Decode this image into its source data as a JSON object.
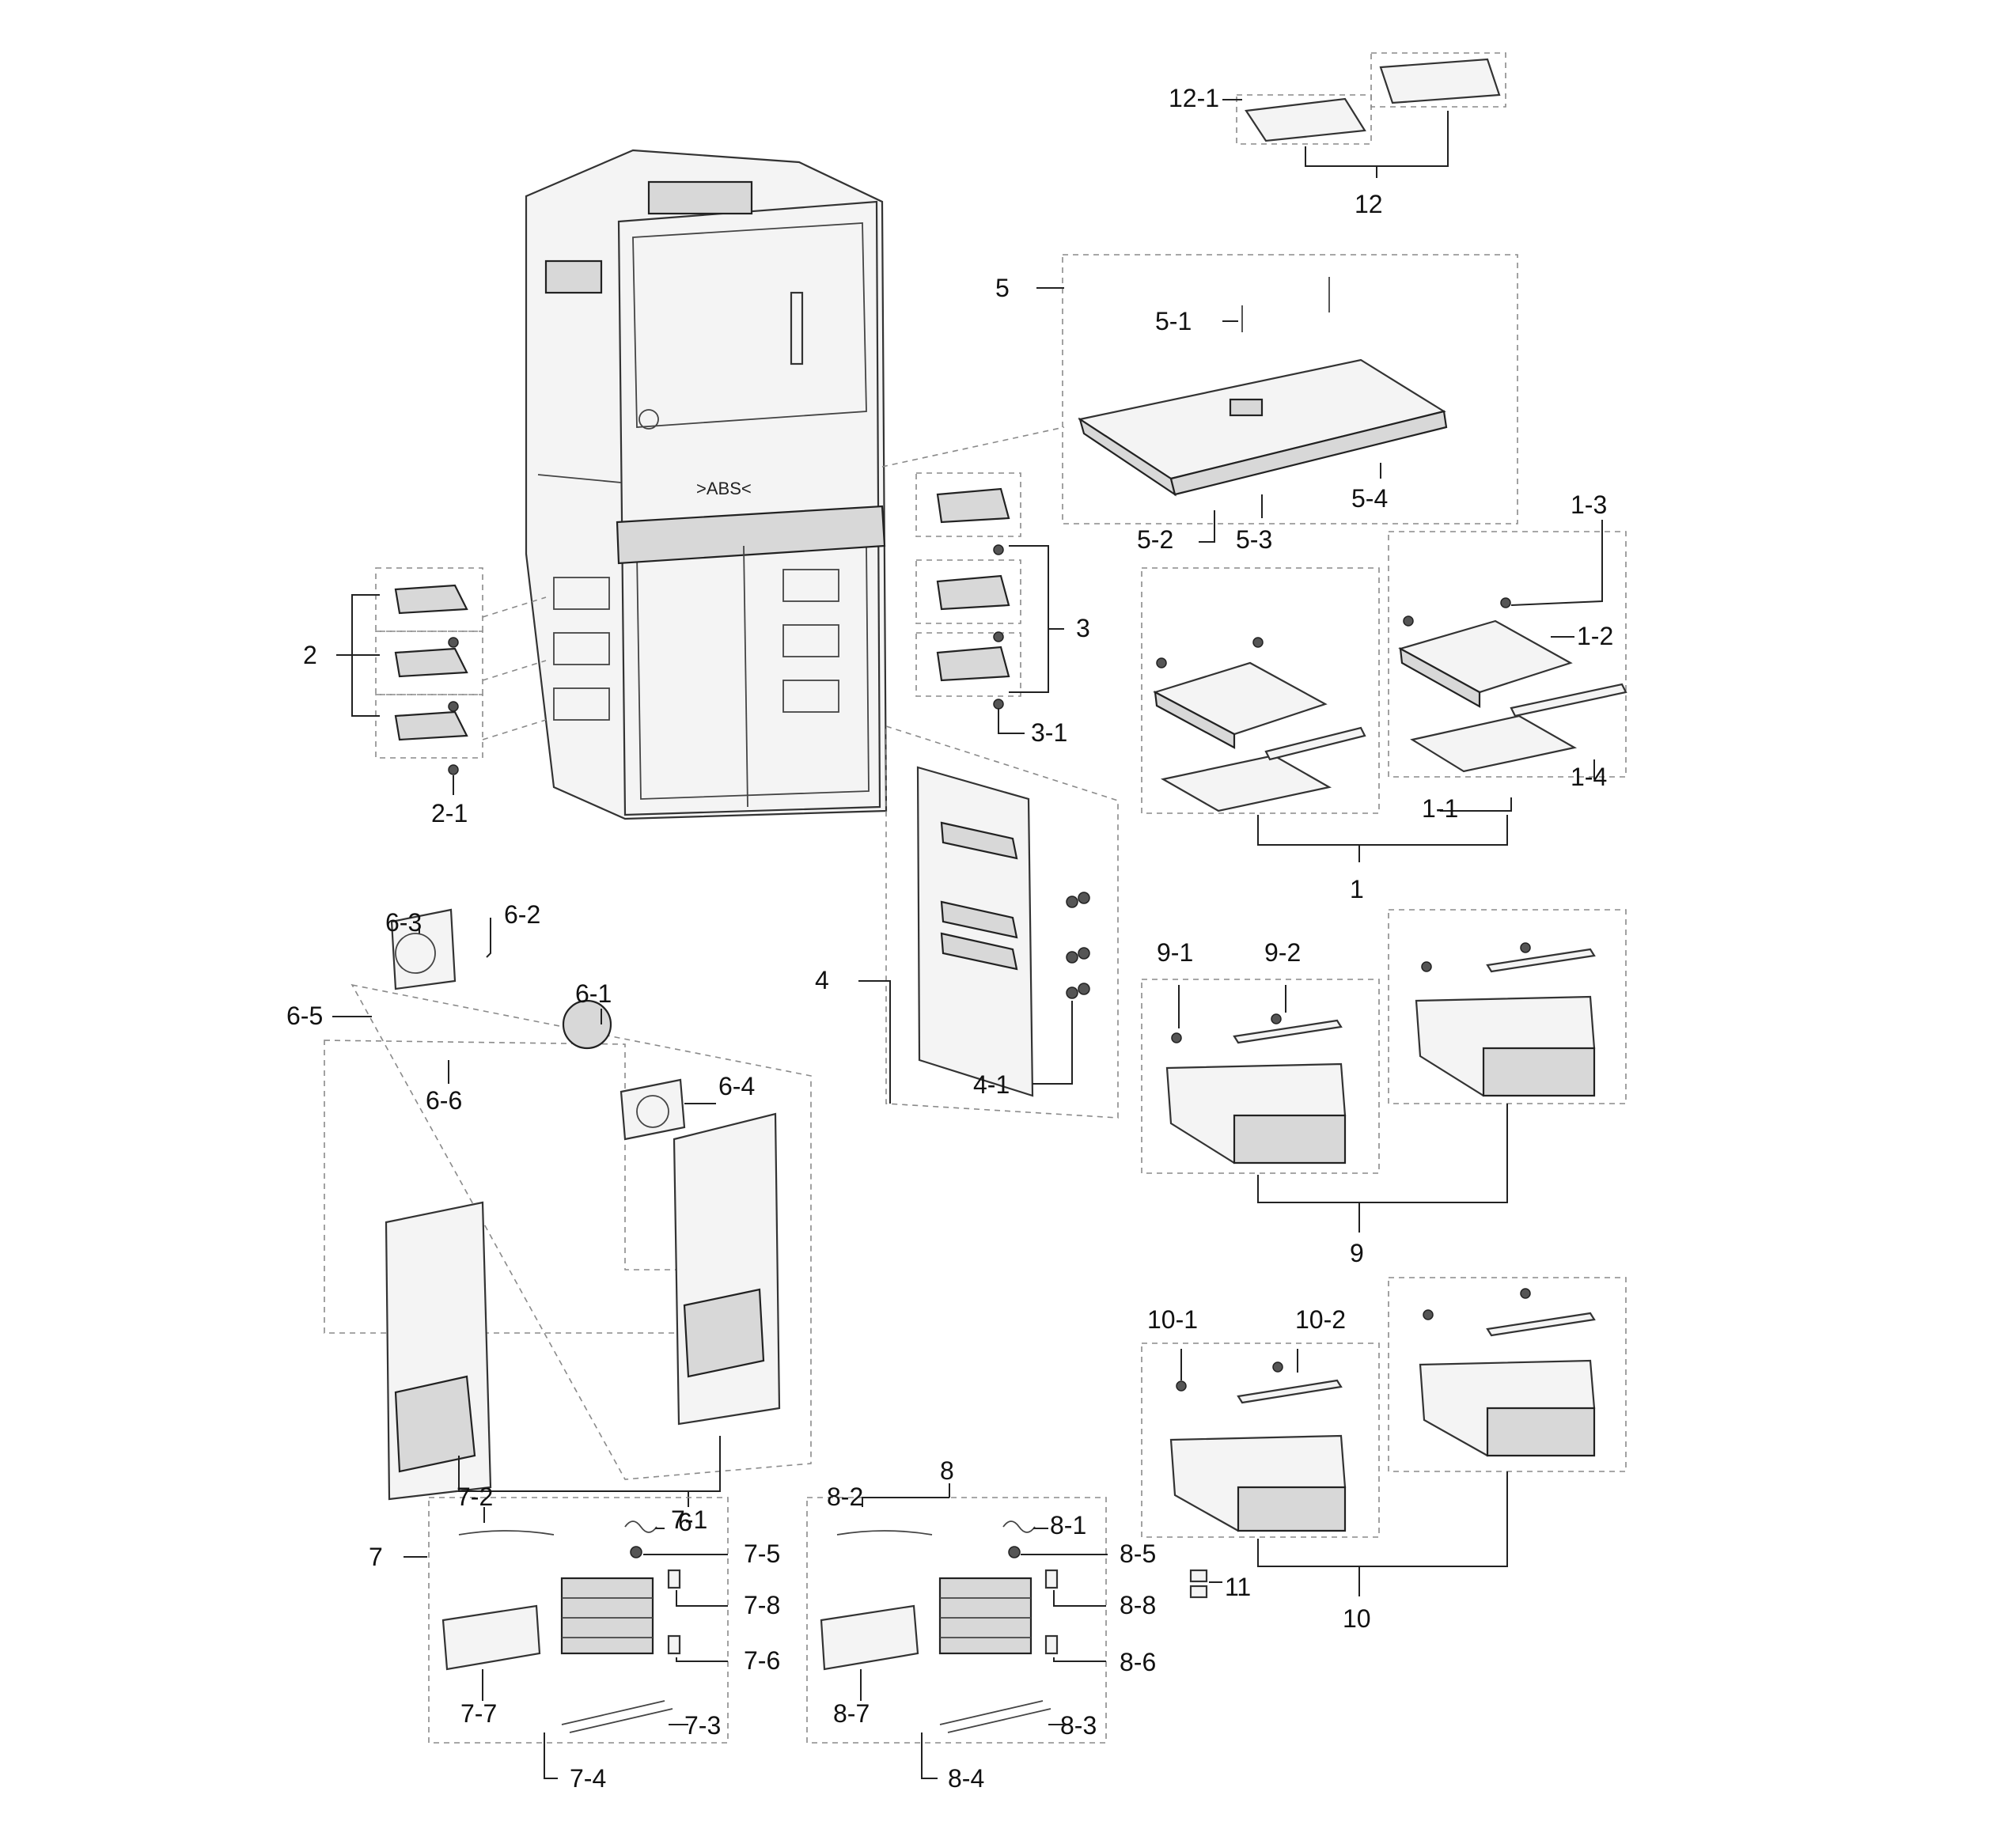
{
  "diagram": {
    "type": "exploded-parts-diagram",
    "callouts": {
      "c12_1": "12-1",
      "c12": "12",
      "c5": "5",
      "c5_1": "5-1",
      "c5_2": "5-2",
      "c5_3": "5-3",
      "c5_4": "5-4",
      "c1_3": "1-3",
      "c1_2": "1-2",
      "c1_4": "1-4",
      "c1_1": "1-1",
      "c1": "1",
      "c2": "2",
      "c2_1": "2-1",
      "c3": "3",
      "c3_1": "3-1",
      "c4": "4",
      "c4_1": "4-1",
      "c6_3": "6-3",
      "c6_2": "6-2",
      "c6_1": "6-1",
      "c6_5": "6-5",
      "c6_4": "6-4",
      "c6_6": "6-6",
      "c6": "6",
      "c9_1": "9-1",
      "c9_2": "9-2",
      "c9": "9",
      "c10_1": "10-1",
      "c10_2": "10-2",
      "c10": "10",
      "c11": "11",
      "c7": "7",
      "c7_1": "7-1",
      "c7_2": "7-2",
      "c7_3": "7-3",
      "c7_4": "7-4",
      "c7_5": "7-5",
      "c7_6": "7-6",
      "c7_7": "7-7",
      "c7_8": "7-8",
      "c8": "8",
      "c8_1": "8-1",
      "c8_2": "8-2",
      "c8_3": "8-3",
      "c8_4": "8-4",
      "c8_5": "8-5",
      "c8_6": "8-6",
      "c8_7": "8-7",
      "c8_8": "8-8"
    },
    "cabinet_marking": ">ABS<"
  }
}
